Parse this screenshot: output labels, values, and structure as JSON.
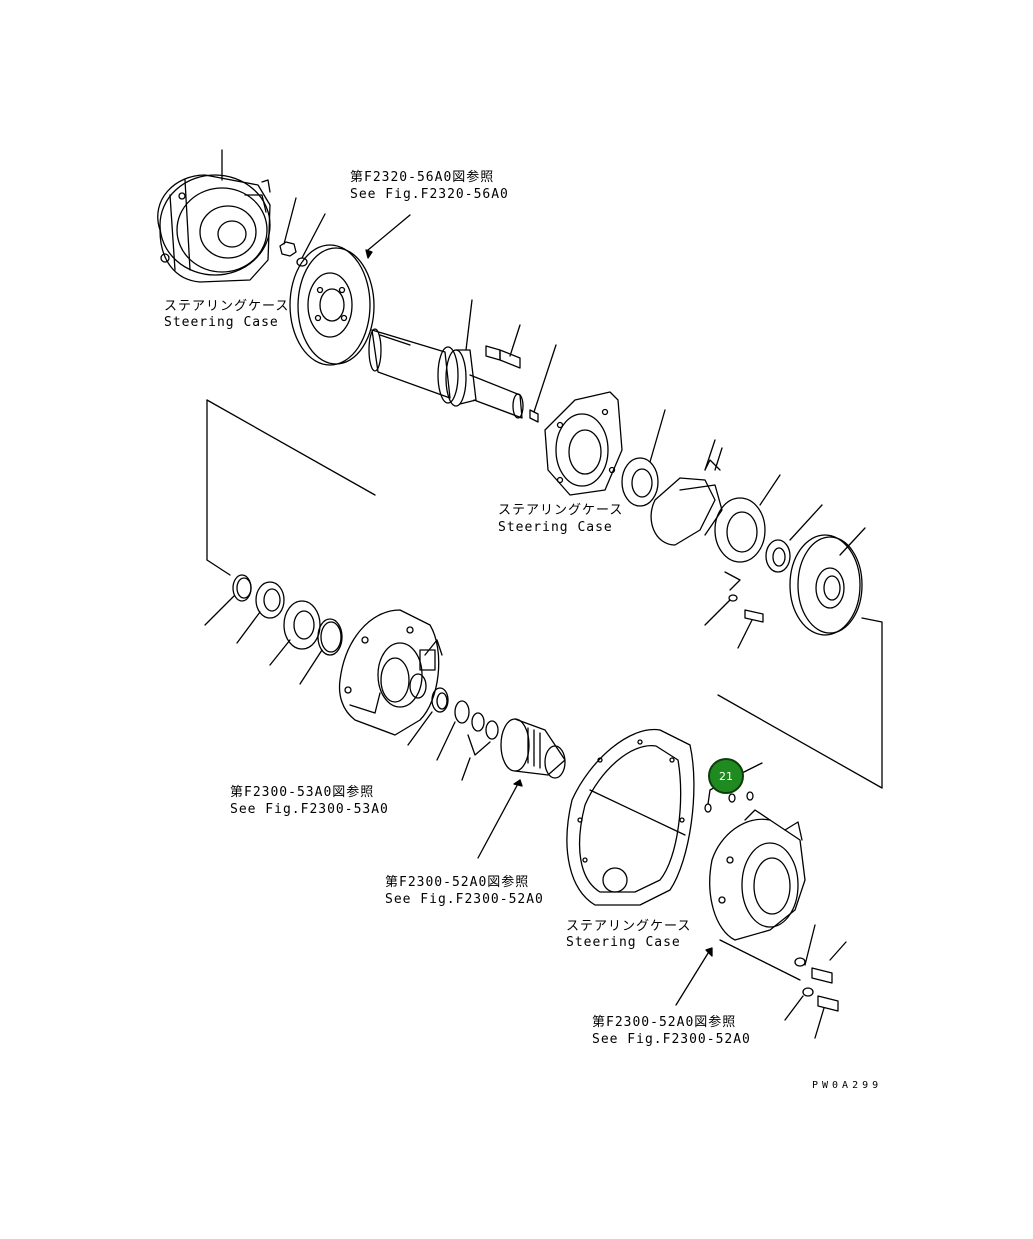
{
  "labels": {
    "ref_top_jp": "第F2320-56A0図参照",
    "ref_top_en": "See Fig.F2320-56A0",
    "steering_case_1_jp": "ステアリングケース",
    "steering_case_1_en": "Steering Case",
    "steering_case_2_jp": "ステアリングケース",
    "steering_case_2_en": "Steering Case",
    "ref_mid_jp": "第F2300-53A0図参照",
    "ref_mid_en": "See Fig.F2300-53A0",
    "ref_52_jp": "第F2300-52A0図参照",
    "ref_52_en": "See Fig.F2300-52A0",
    "steering_case_3_jp": "ステアリングケース",
    "steering_case_3_en": "Steering Case",
    "ref_bottom_jp": "第F2300-52A0図参照",
    "ref_bottom_en": "See Fig.F2300-52A0"
  },
  "callouts": [
    {
      "number": "21",
      "color": "#1f8a1f"
    }
  ],
  "drawing_code": "PW0A299",
  "colors": {
    "line": "#000000",
    "callout_fill": "#1f8a1f",
    "callout_border": "#0d3d0d"
  }
}
